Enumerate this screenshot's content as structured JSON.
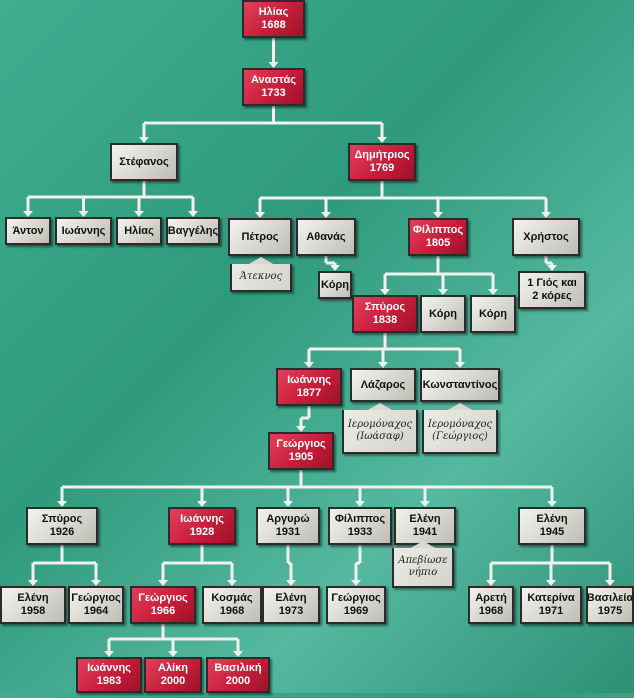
{
  "nodes": [
    {
      "id": "n1",
      "lines": [
        "Ηλίας",
        "1688"
      ],
      "red": true
    },
    {
      "id": "n2",
      "lines": [
        "Αναστάς",
        "1733"
      ],
      "red": true
    },
    {
      "id": "n3",
      "lines": [
        "Στέφανος"
      ],
      "red": false
    },
    {
      "id": "n4",
      "lines": [
        "Δημήτριος",
        "1769"
      ],
      "red": true
    },
    {
      "id": "n5",
      "lines": [
        "Άντον"
      ],
      "red": false
    },
    {
      "id": "n6",
      "lines": [
        "Ιωάννης"
      ],
      "red": false
    },
    {
      "id": "n7",
      "lines": [
        "Ηλίας"
      ],
      "red": false
    },
    {
      "id": "n8",
      "lines": [
        "Βαγγέλης"
      ],
      "red": false
    },
    {
      "id": "n9",
      "lines": [
        "Πέτρος"
      ],
      "red": false
    },
    {
      "id": "n10",
      "lines": [
        "Αθανάς"
      ],
      "red": false
    },
    {
      "id": "n11",
      "lines": [
        "Φίλιππος",
        "1805"
      ],
      "red": true
    },
    {
      "id": "n12",
      "lines": [
        "Χρήστος"
      ],
      "red": false
    },
    {
      "id": "n13",
      "lines": [
        "Κόρη"
      ],
      "red": false
    },
    {
      "id": "n14",
      "lines": [
        "1 Γιός και",
        "2 κόρες"
      ],
      "red": false
    },
    {
      "id": "n15",
      "lines": [
        "Σπύρος",
        "1838"
      ],
      "red": true
    },
    {
      "id": "n16",
      "lines": [
        "Κόρη"
      ],
      "red": false
    },
    {
      "id": "n17",
      "lines": [
        "Κόρη"
      ],
      "red": false
    },
    {
      "id": "n18",
      "lines": [
        "Ιωάννης",
        "1877"
      ],
      "red": true
    },
    {
      "id": "n19",
      "lines": [
        "Λάζαρος"
      ],
      "red": false
    },
    {
      "id": "n20",
      "lines": [
        "Κωνσταντίνος"
      ],
      "red": false
    },
    {
      "id": "n21",
      "lines": [
        "Γεώργιος",
        "1905"
      ],
      "red": true
    },
    {
      "id": "n22",
      "lines": [
        "Σπύρος",
        "1926"
      ],
      "red": false
    },
    {
      "id": "n23",
      "lines": [
        "Ιωάννης",
        "1928"
      ],
      "red": true
    },
    {
      "id": "n24",
      "lines": [
        "Αργυρώ",
        "1931"
      ],
      "red": false
    },
    {
      "id": "n25",
      "lines": [
        "Φίλιππος",
        "1933"
      ],
      "red": false
    },
    {
      "id": "n26",
      "lines": [
        "Ελένη",
        "1941"
      ],
      "red": false
    },
    {
      "id": "n27",
      "lines": [
        "Ελένη",
        "1945"
      ],
      "red": false
    },
    {
      "id": "n28",
      "lines": [
        "Ελένη",
        "1958"
      ],
      "red": false
    },
    {
      "id": "n29",
      "lines": [
        "Γεώργιος",
        "1964"
      ],
      "red": false
    },
    {
      "id": "n30",
      "lines": [
        "Γεώργιος",
        "1966"
      ],
      "red": true
    },
    {
      "id": "n31",
      "lines": [
        "Κοσμάς",
        "1968"
      ],
      "red": false
    },
    {
      "id": "n32",
      "lines": [
        "Ελένη",
        "1973"
      ],
      "red": false
    },
    {
      "id": "n33",
      "lines": [
        "Γεώργιος",
        "1969"
      ],
      "red": false
    },
    {
      "id": "n34",
      "lines": [
        "Αρετή",
        "1968"
      ],
      "red": false
    },
    {
      "id": "n35",
      "lines": [
        "Κατερίνα",
        "1971"
      ],
      "red": false
    },
    {
      "id": "n36",
      "lines": [
        "Βασιλεία",
        "1975"
      ],
      "red": false
    },
    {
      "id": "n37",
      "lines": [
        "Ιωάννης",
        "1983"
      ],
      "red": true
    },
    {
      "id": "n38",
      "lines": [
        "Αλίκη",
        "2000"
      ],
      "red": true
    },
    {
      "id": "n39",
      "lines": [
        "Βασιλική",
        "2000"
      ],
      "red": true
    }
  ],
  "notes": [
    {
      "id": "t1",
      "lines": [
        "Άτεκνος"
      ]
    },
    {
      "id": "t2",
      "lines": [
        "Ιερομόναχος",
        "(Ιωάσαφ)"
      ]
    },
    {
      "id": "t3",
      "lines": [
        "Ιερομόναχος",
        "(Γεώργιος)"
      ]
    },
    {
      "id": "t4",
      "lines": [
        "Απεβίωσε",
        "νήπιο"
      ]
    }
  ],
  "links": [
    {
      "from": "n1",
      "to": [
        "n2"
      ]
    },
    {
      "from": "n2",
      "to": [
        "n3",
        "n4"
      ]
    },
    {
      "from": "n3",
      "to": [
        "n5",
        "n6",
        "n7",
        "n8"
      ]
    },
    {
      "from": "n4",
      "to": [
        "n9",
        "n10",
        "n11",
        "n12"
      ]
    },
    {
      "from": "n10",
      "to": [
        "n13"
      ]
    },
    {
      "from": "n12",
      "to": [
        "n14"
      ]
    },
    {
      "from": "n11",
      "to": [
        "n15",
        "n16",
        "n17"
      ]
    },
    {
      "from": "n15",
      "to": [
        "n18",
        "n19",
        "n20"
      ]
    },
    {
      "from": "n18",
      "to": [
        "n21"
      ]
    },
    {
      "from": "n21",
      "to": [
        "n22",
        "n23",
        "n24",
        "n25",
        "n26",
        "n27"
      ]
    },
    {
      "from": "n22",
      "to": [
        "n28",
        "n29"
      ]
    },
    {
      "from": "n23",
      "to": [
        "n30",
        "n31"
      ]
    },
    {
      "from": "n24",
      "to": [
        "n32"
      ]
    },
    {
      "from": "n25",
      "to": [
        "n33"
      ]
    },
    {
      "from": "n27",
      "to": [
        "n34",
        "n35",
        "n36"
      ]
    },
    {
      "from": "n30",
      "to": [
        "n37",
        "n38",
        "n39"
      ]
    }
  ]
}
